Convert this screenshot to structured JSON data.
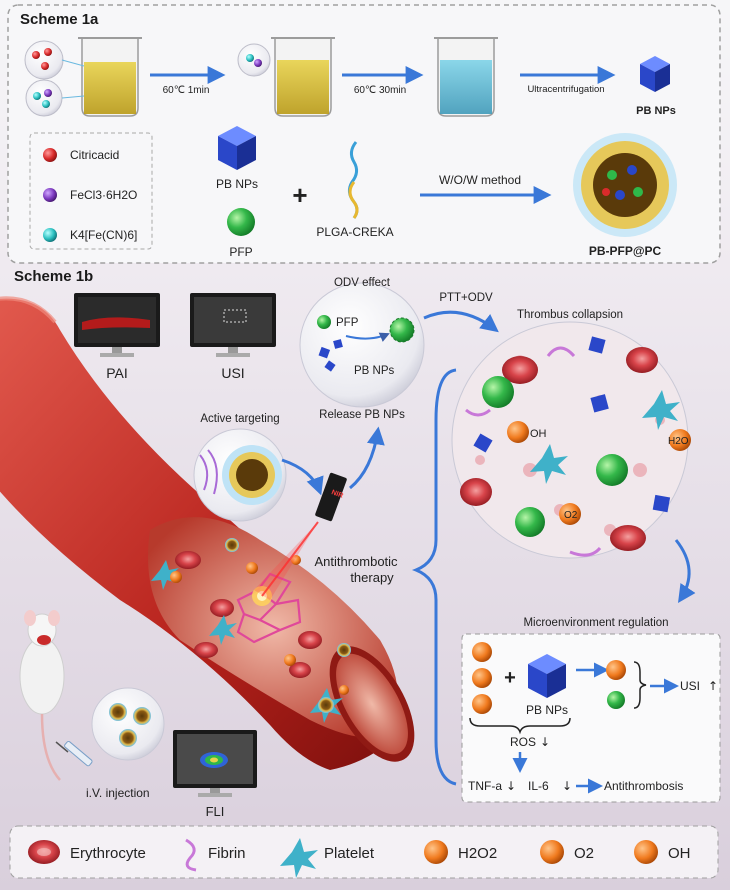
{
  "scheme_a": {
    "title": "Scheme 1a",
    "step1": "60℃ 1min",
    "step2": "60℃ 30min",
    "step3": "Ultracentrifugation",
    "product1": "PB NPs",
    "legend": [
      {
        "label": "Citricacid",
        "color": "#d92b2b"
      },
      {
        "label": "FeCl3·6H2O",
        "color": "#7d3ac0"
      },
      {
        "label": "K4[Fe(CN)6]",
        "color": "#2bc0c0"
      }
    ],
    "pb_label": "PB NPs",
    "pfp_label": "PFP",
    "plus": "+",
    "plga_label": "PLGA-CREKA",
    "method": "W/O/W method",
    "final": "PB-PFP@PC"
  },
  "scheme_b": {
    "title": "Scheme 1b",
    "pai": "PAI",
    "usi": "USI",
    "odv_effect": "ODV effect",
    "pfp": "PFP",
    "pb_nps": "PB NPs",
    "release": "Release PB NPs",
    "active_targeting": "Active targeting",
    "nir": "NIR",
    "ptt_odv": "PTT+ODV",
    "thrombus_collapse": "Thrombus collapsion",
    "oh": "OH",
    "h2o": "H2O",
    "o2": "O2",
    "antithrombotic_1": "Antithrombotic",
    "antithrombotic_2": "therapy",
    "micro_reg": "Microenvironment  regulation",
    "pb_nps_box": "PB NPs",
    "usi_up": "USI",
    "ros": "ROS",
    "tnf": "TNF-a",
    "il6": "IL-6",
    "antithrombosis": "Antithrombosis",
    "iv": "i.V. injection",
    "fli": "FLI"
  },
  "legend_bottom": {
    "erythrocyte": "Erythrocyte",
    "fibrin": "Fibrin",
    "platelet": "Platelet",
    "h2o2": "H2O2",
    "o2": "O2",
    "oh": "OH"
  },
  "colors": {
    "vessel": "#c9322a",
    "pb_blue": "#2a47c9",
    "pfp_green": "#2fb84a",
    "arrow_blue": "#3a78d8",
    "orange": "#f07a1e"
  }
}
